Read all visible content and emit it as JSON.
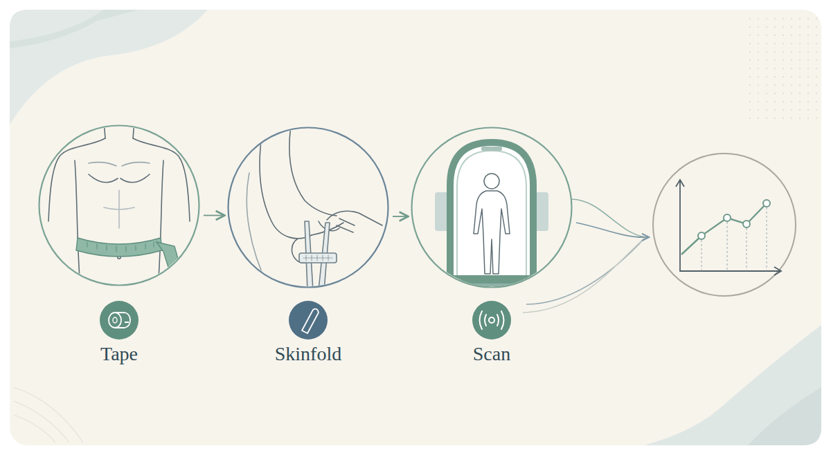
{
  "diagram": {
    "nodes": [
      {
        "text": [
          "Tape"
        ]
      },
      {
        "text": [
          "Skinfold"
        ]
      },
      {
        "text": [
          "Scan"
        ]
      }
    ],
    "edges": [
      {
        "from": 0,
        "to": 1,
        "arrow": "to"
      },
      {
        "from": 1,
        "to": 2,
        "arrow": "to"
      }
    ]
  }
}
